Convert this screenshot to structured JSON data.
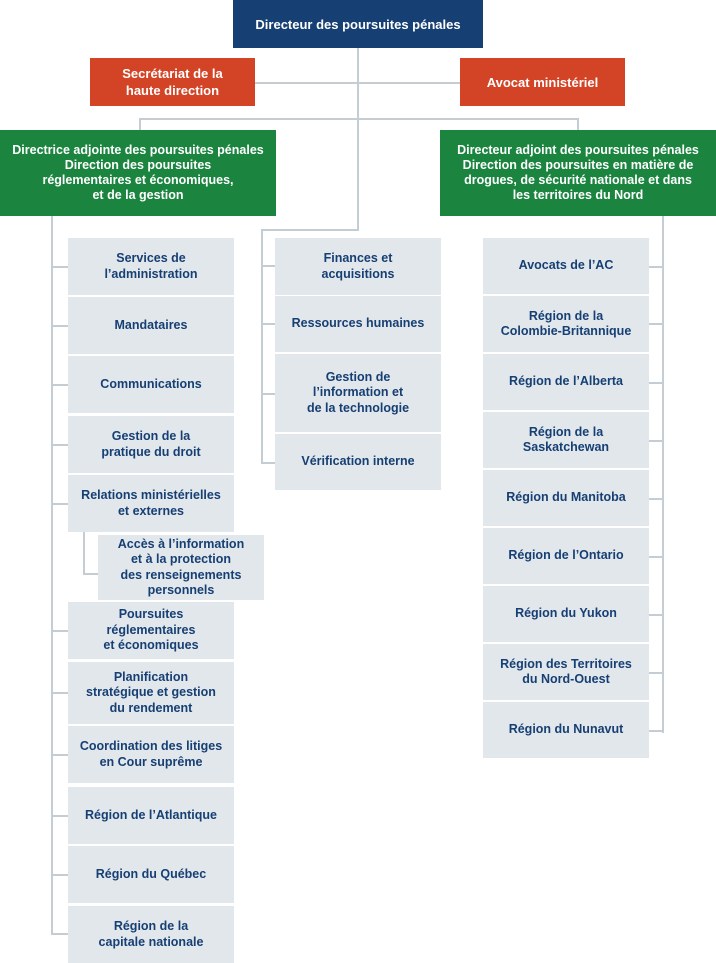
{
  "director": "Directeur des poursuites pénales",
  "secretariat": "Secrétariat de la\nhaute direction",
  "counsel": "Avocat ministériel",
  "left_branch": {
    "title": "Directrice adjointe des poursuites pénales\nDirection des poursuites\nréglementaires et économiques,\net de la gestion",
    "units": [
      "Services de\nl’administration",
      "Mandataires",
      "Communications",
      "Gestion de la\npratique du droit",
      "Relations ministérielles\net externes",
      "Poursuites\nréglementaires\net économiques",
      "Planification\nstratégique et gestion\ndu rendement",
      "Coordination des litiges\nen Cour suprême",
      "Région de l’Atlantique",
      "Région du Québec",
      "Région de la\ncapitale nationale"
    ],
    "sub_unit": "Accès à l’information\net à la protection\ndes renseignements\npersonnels"
  },
  "middle_units": [
    "Finances et\nacquisitions",
    "Ressources humaines",
    "Gestion de\nl’information et\nde la technologie",
    "Vérification interne"
  ],
  "right_branch": {
    "title": "Directeur adjoint des poursuites pénales\nDirection des poursuites en matière de\ndrogues, de sécurité nationale et dans\nles territoires du Nord",
    "units": [
      "Avocats de l’AC",
      "Région de la\nColombie-Britannique",
      "Région de l’Alberta",
      "Région de la\nSaskatchewan",
      "Région du Manitoba",
      "Région de l’Ontario",
      "Région du Yukon",
      "Région des Territoires\ndu Nord-Ouest",
      "Région du Nunavut"
    ]
  },
  "colors": {
    "director": "#163f73",
    "support": "#d34426",
    "branch": "#1b8540",
    "unit_bg": "#e2e7ec",
    "unit_text": "#163f73",
    "connector": "#c4ccd4"
  }
}
